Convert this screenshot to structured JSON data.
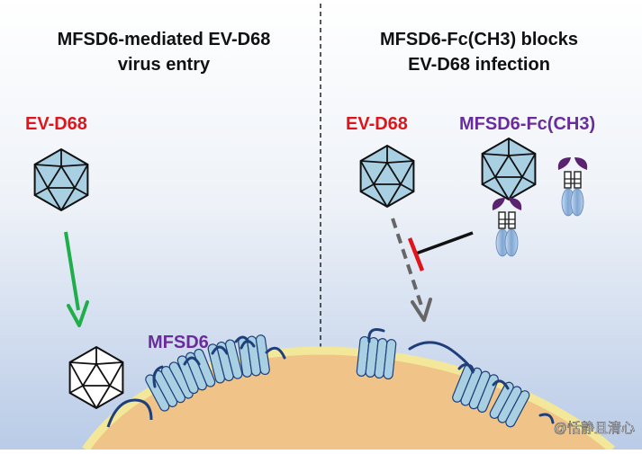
{
  "panels": {
    "left": {
      "title_line1": "MFSD6-mediated EV-D68",
      "title_line2": "virus entry",
      "virus_label": "EV-D68",
      "receptor_label": "MFSD6"
    },
    "right": {
      "title_line1": "MFSD6-Fc(CH3) blocks",
      "title_line2": "EV-D68 infection",
      "virus_label": "EV-D68",
      "decoy_label": "MFSD6-Fc(CH3)"
    }
  },
  "watermark": {
    "text": "@恬静且清心"
  },
  "colors": {
    "virus_label": "#e0141b",
    "receptor_label": "#6a2c9c",
    "virus_fill": "#a9cfe3",
    "entry_arrow": "#1fae4a",
    "block_arrow": "#666666",
    "inhibitor_bar": "#e0141b",
    "cell_fill": "#f0c488",
    "cell_edge": "#f3e79a",
    "membrane_protein": "#a9cfe3",
    "membrane_loop": "#1f3f7a",
    "fc_fill": "#8fb4dc",
    "fc_cap": "#5a2370"
  }
}
